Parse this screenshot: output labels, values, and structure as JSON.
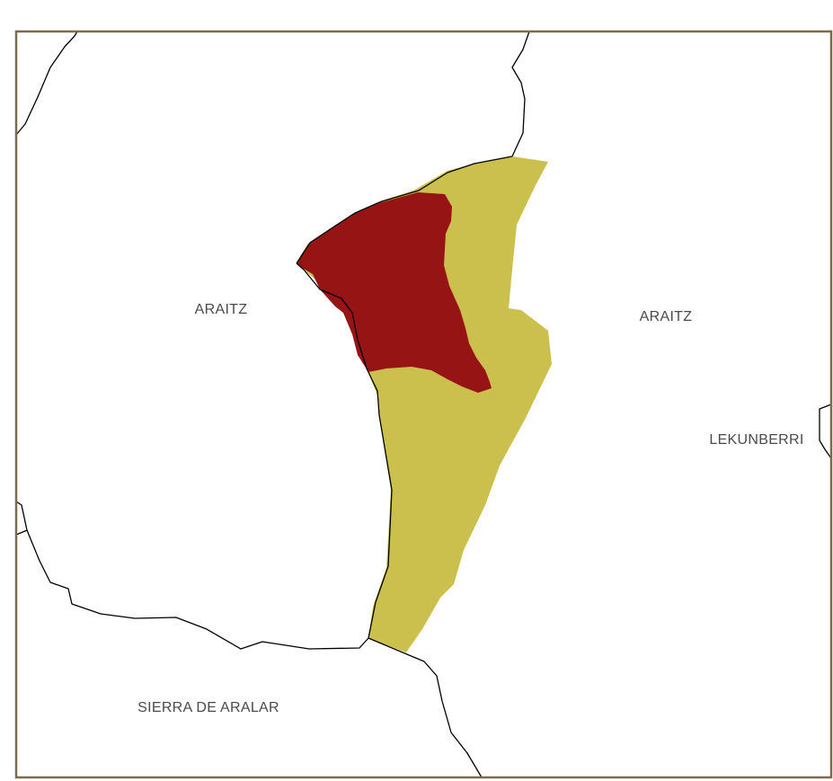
{
  "map": {
    "frame_color": "#7b6a4f",
    "background_color": "#ffffff",
    "boundary_line_color": "#000000",
    "colors": {
      "main_region": "#961414",
      "secondary_region": "#cbbf4d"
    },
    "labels": {
      "araitz_west": "ARAITZ",
      "araitz_east": "ARAITZ",
      "lekunberri": "LEKUNBERRI",
      "sierra_de_aralar": "SIERRA DE ARALAR"
    }
  }
}
